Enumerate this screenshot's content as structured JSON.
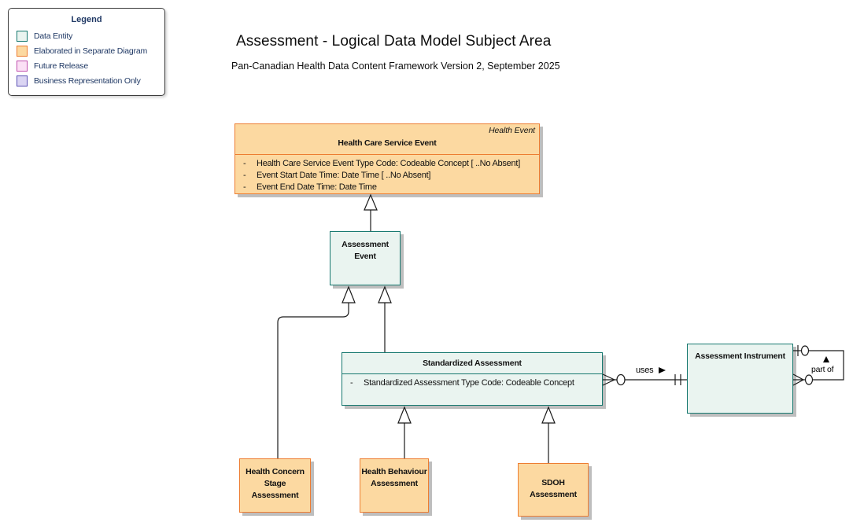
{
  "header": {
    "title": "Assessment - Logical Data Model Subject Area",
    "subtitle": "Pan-Canadian Health Data Content Framework Version 2, September 2025"
  },
  "legend": {
    "title": "Legend",
    "items": [
      {
        "label": "Data Entity",
        "fill": "#EAF4F0",
        "border": "#16786F"
      },
      {
        "label": "Elaborated in Separate Diagram",
        "fill": "#FCD9A1",
        "border": "#ED7D31"
      },
      {
        "label": "Future Release",
        "fill": "#FBE0F5",
        "border": "#C050AE"
      },
      {
        "label": "Business Representation Only",
        "fill": "#DBD5F3",
        "border": "#5B50B4"
      }
    ]
  },
  "ui": {
    "bullet": "-"
  },
  "colors": {
    "teal_fill": "#EAF4F0",
    "teal_border": "#16786F",
    "orange_fill": "#FCD9A1",
    "orange_border": "#ED7D31",
    "line": "#1a1a1a",
    "legend_text": "#1F3864"
  },
  "entities": {
    "health_care_service_event": {
      "stereotype": "Health Event",
      "name": "Health Care Service Event",
      "attributes": [
        "Health Care Service Event Type Code: Codeable Concept [ ..No Absent]",
        "Event Start Date Time: Date Time [ ..No Absent]",
        "Event End Date Time: Date Time"
      ]
    },
    "assessment_event": {
      "name": "Assessment Event"
    },
    "standardized_assessment": {
      "name": "Standardized Assessment",
      "attributes": [
        "Standardized Assessment Type Code: Codeable Concept"
      ]
    },
    "assessment_instrument": {
      "name": "Assessment Instrument"
    },
    "health_concern_stage_assessment": {
      "name": "Health Concern Stage Assessment"
    },
    "health_behaviour_assessment": {
      "name": "Health Behaviour Assessment"
    },
    "sdoh_assessment": {
      "name": "SDOH Assessment"
    }
  },
  "relationships": {
    "uses": {
      "label": "uses",
      "direction_icon": "solid-right-triangle",
      "from_notation": "zero-or-many-crow-foot-circle",
      "to_notation": "exactly-one-double-bar"
    },
    "part_of": {
      "label": "part of",
      "direction_icon": "solid-up-triangle",
      "from_notation": "zero-or-one-bar-circle",
      "to_notation": "zero-or-many-crow-foot-circle"
    },
    "generalizations": [
      {
        "from": "Assessment Event",
        "to": "Health Care Service Event"
      },
      {
        "from": "Standardized Assessment",
        "to": "Assessment Event"
      },
      {
        "from": "Health Concern Stage Assessment",
        "to": "Assessment Event"
      },
      {
        "from": "Health Behaviour Assessment",
        "to": "Standardized Assessment"
      },
      {
        "from": "SDOH Assessment",
        "to": "Standardized Assessment"
      }
    ]
  }
}
